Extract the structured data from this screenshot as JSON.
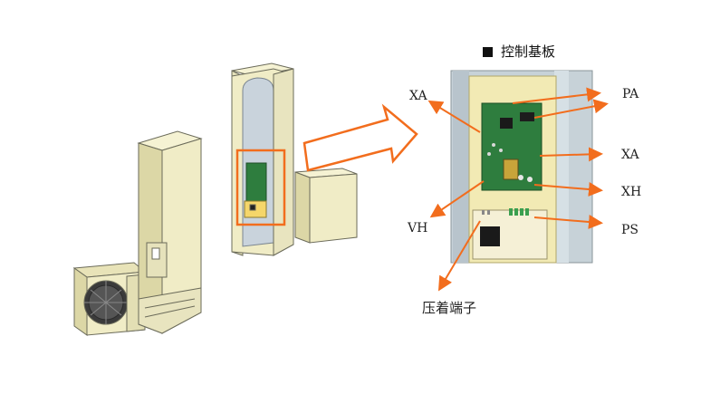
{
  "title": "控制基板",
  "labels": {
    "xa_left": "XA",
    "pa": "PA",
    "xa_right": "XA",
    "xh": "XH",
    "vh": "VH",
    "ps": "PS",
    "crimp_terminal": "压着端子"
  },
  "colors": {
    "cabinet": "#f0ecc6",
    "cabinet_shade": "#dcd7a6",
    "outline": "#6b6b5a",
    "tank": "#c9d3dc",
    "board": "#2e7d3e",
    "highlight": "#f26d1d",
    "arrow": "#f26d1d",
    "pipe": "#c7d2d8"
  }
}
